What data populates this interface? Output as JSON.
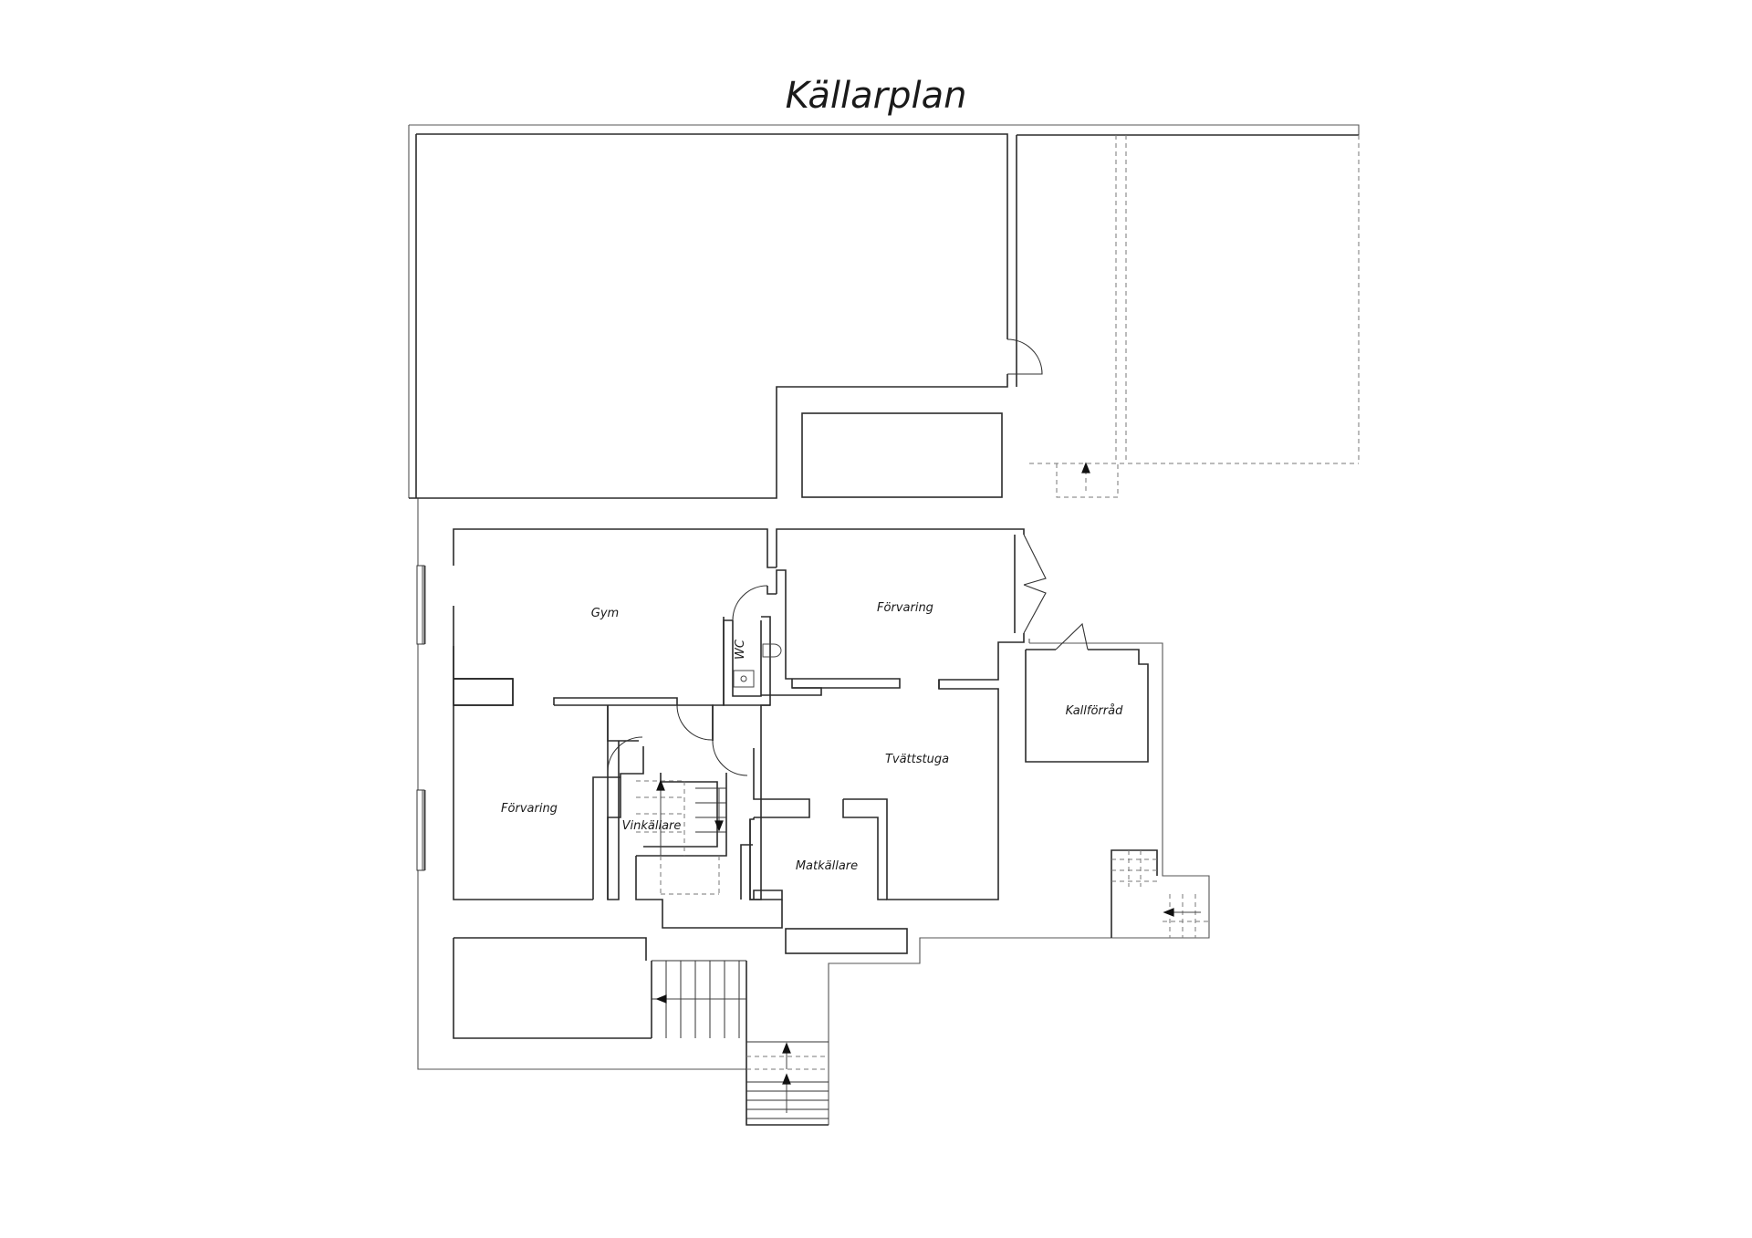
{
  "plan_title": "Källarplan",
  "rooms": {
    "gym": "Gym",
    "forvaring_upper": "Förvaring",
    "wc": "WC",
    "kallforrad": "Kallförråd",
    "tvattstuga": "Tvättstuga",
    "forvaring_lower": "Förvaring",
    "vinkallare": "Vinkällare",
    "matkallare": "Matkällare"
  }
}
